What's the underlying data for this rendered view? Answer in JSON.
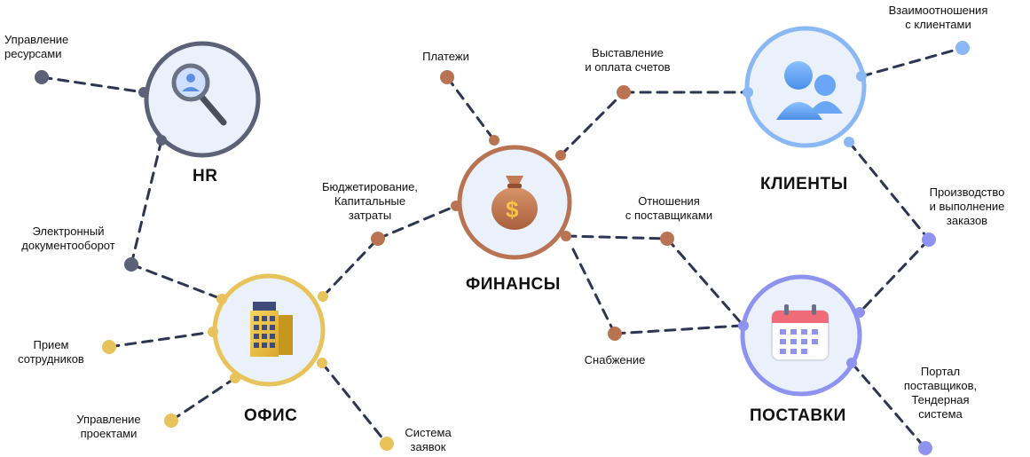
{
  "colors": {
    "line": "#2d3552",
    "hr": "#5b6278",
    "office": "#e8c25a",
    "finance": "#b87452",
    "clients": "#8ab8f5",
    "supply": "#8f93f0",
    "hub_fill": "#eaf1fb"
  },
  "hubs": {
    "hr": {
      "label": "HR",
      "icon": "magnifier-person-icon"
    },
    "office": {
      "label": "ОФИС",
      "icon": "office-building-icon"
    },
    "finance": {
      "label": "ФИНАНСЫ",
      "icon": "money-bag-icon"
    },
    "clients": {
      "label": "КЛИЕНТЫ",
      "icon": "people-icon"
    },
    "supply": {
      "label": "ПОСТАВКИ",
      "icon": "calendar-icon"
    }
  },
  "nodes": {
    "resource_mgmt": "Управление\nресурсами",
    "edo": "Электронный\nдокументооборот",
    "hiring": "Прием\nсотрудников",
    "projects": "Управление\nпроектами",
    "requests": "Система\nзаявок",
    "budgeting": "Бюджетирование,\nКапитальные\nзатраты",
    "payments": "Платежи",
    "invoicing": "Выставление\nи оплата счетов",
    "supplier_relations": "Отношения\nс поставщиками",
    "procurement": "Снабжение",
    "client_relations": "Взаимоотношения\nс клиентами",
    "production": "Производство\nи выполнение\nзаказов",
    "supplier_portal": "Портал\nпоставщиков,\nТендерная\nсистема"
  }
}
